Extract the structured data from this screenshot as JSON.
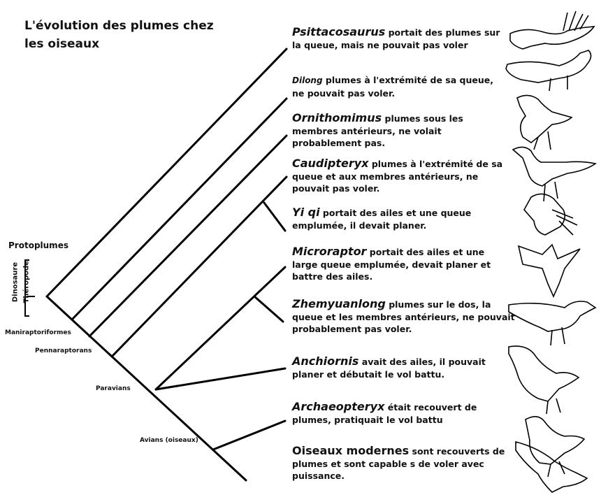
{
  "title": "L'évolution des plumes chez les oiseaux",
  "groups": {
    "protoplumes": "Protoplumes",
    "dinosaure": "Dinosaure",
    "theropode": "Théropode",
    "maniraptoriformes": "Maniraptoriformes",
    "pennaraptorans": "Pennaraptorans",
    "paravians": "Paravians",
    "avians": "Avians (oiseaux)"
  },
  "taxa": [
    {
      "name": "Psittacosaurus",
      "text": " portait des plumes sur la queue, mais ne pouvait pas voler",
      "icon": "psittacosaurus-silhouette-icon"
    },
    {
      "name": "Dilong",
      "text": "   plumes à l'extrémité de sa queue, ne pouvait pas voler.",
      "icon": "dilong-silhouette-icon"
    },
    {
      "name": "Ornithomimus",
      "text": " plumes sous les membres antérieurs, ne volait probablement pas.",
      "icon": "ornithomimus-silhouette-icon"
    },
    {
      "name": "Caudipteryx",
      "text": " plumes à l'extrémité de sa queue et aux membres antérieurs, ne pouvait pas voler.",
      "icon": "caudipteryx-silhouette-icon"
    },
    {
      "name": "Yi qi",
      "text": " portait des ailes et une queue emplumée, il devait planer.",
      "icon": "yi-qi-silhouette-icon"
    },
    {
      "name": "Microraptor",
      "text": " portait des ailes et une large queue emplumée, devait planer et battre des ailes.",
      "icon": "microraptor-silhouette-icon"
    },
    {
      "name": "Zhemyuanlong",
      "text": " plumes sur le dos, la queue et les membres antérieurs, ne pouvait probablement pas voler.",
      "icon": "zhenyuanlong-silhouette-icon"
    },
    {
      "name": "Anchiornis",
      "text": " avait des ailes, il pouvait planer et débutait le vol battu.",
      "icon": "anchiornis-silhouette-icon"
    },
    {
      "name": "Archaeopteryx",
      "text": " était recouvert de plumes, pratiquait le vol battu",
      "icon": "archaeopteryx-silhouette-icon"
    },
    {
      "name": "Oiseaux modernes",
      "text": " sont recouverts de plumes et sont capable s de voler avec puissance.",
      "icon": "bird-silhouette-icon"
    }
  ]
}
